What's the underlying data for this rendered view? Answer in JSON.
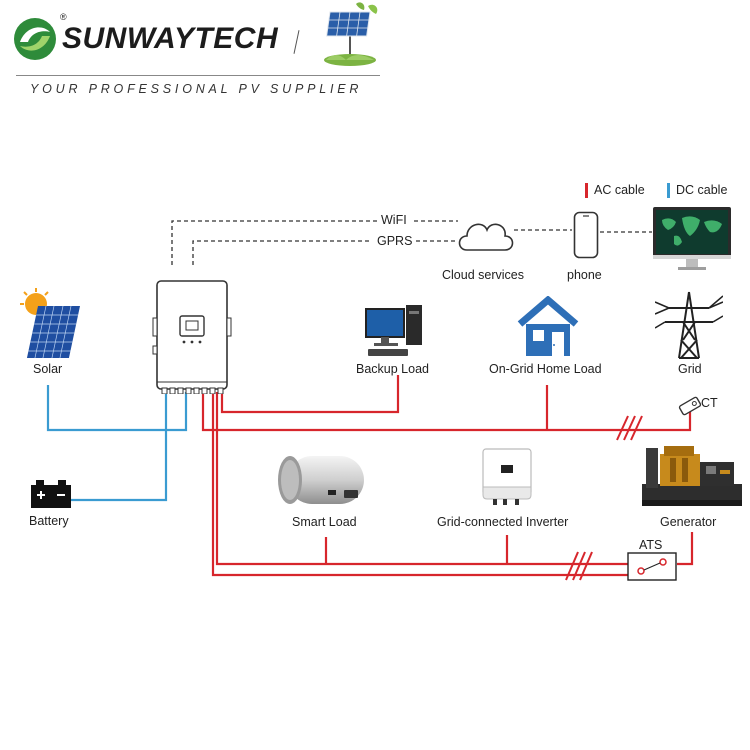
{
  "brand": {
    "name": "SUNWAYTECH",
    "tagline": "YOUR PROFESSIONAL PV SUPPLIER",
    "registered_mark": "®"
  },
  "legend": {
    "ac_label": "AC cable",
    "dc_label": "DC cable",
    "ac_color": "#d7262c",
    "dc_color": "#3a9bd1"
  },
  "links": {
    "wifi": "WiFI",
    "gprs": "GPRS"
  },
  "nodes": {
    "cloud": "Cloud services",
    "phone": "phone",
    "solar": "Solar",
    "backup_load": "Backup Load",
    "ongrid_home_load": "On-Grid Home Load",
    "grid": "Grid",
    "ct": "CT",
    "battery": "Battery",
    "smart_load": "Smart Load",
    "grid_inverter": "Grid-connected Inverter",
    "generator": "Generator",
    "ats": "ATS"
  }
}
